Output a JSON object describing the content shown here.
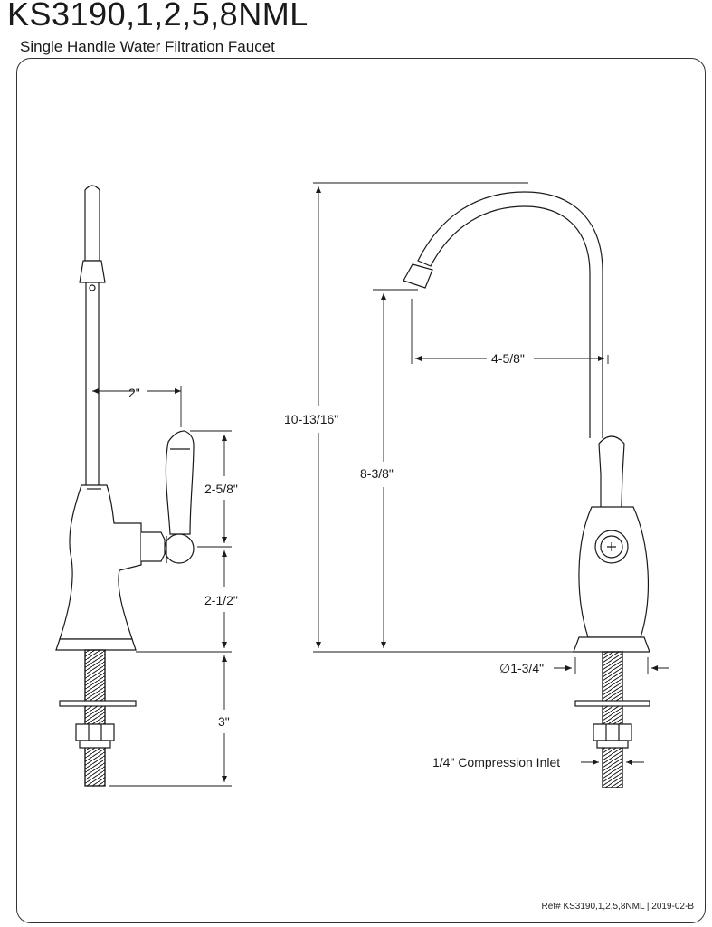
{
  "header": {
    "title": "KS3190,1,2,5,8NML",
    "subtitle": "Single Handle Water Filtration Faucet"
  },
  "dimensions": {
    "handle_offset": "2\"",
    "handle_height": "2-5/8\"",
    "body_height": "2-1/2\"",
    "shank_length": "3\"",
    "overall_height": "10-13/16\"",
    "spout_height": "8-3/8\"",
    "spout_reach": "4-5/8\"",
    "base_diameter": "∅1-3/4\"",
    "inlet": "1/4\" Compression Inlet"
  },
  "footer": {
    "ref": "Ref# KS3190,1,2,5,8NML | 2019-02-B"
  },
  "colors": {
    "line": "#1a1a1a",
    "background": "#ffffff"
  }
}
